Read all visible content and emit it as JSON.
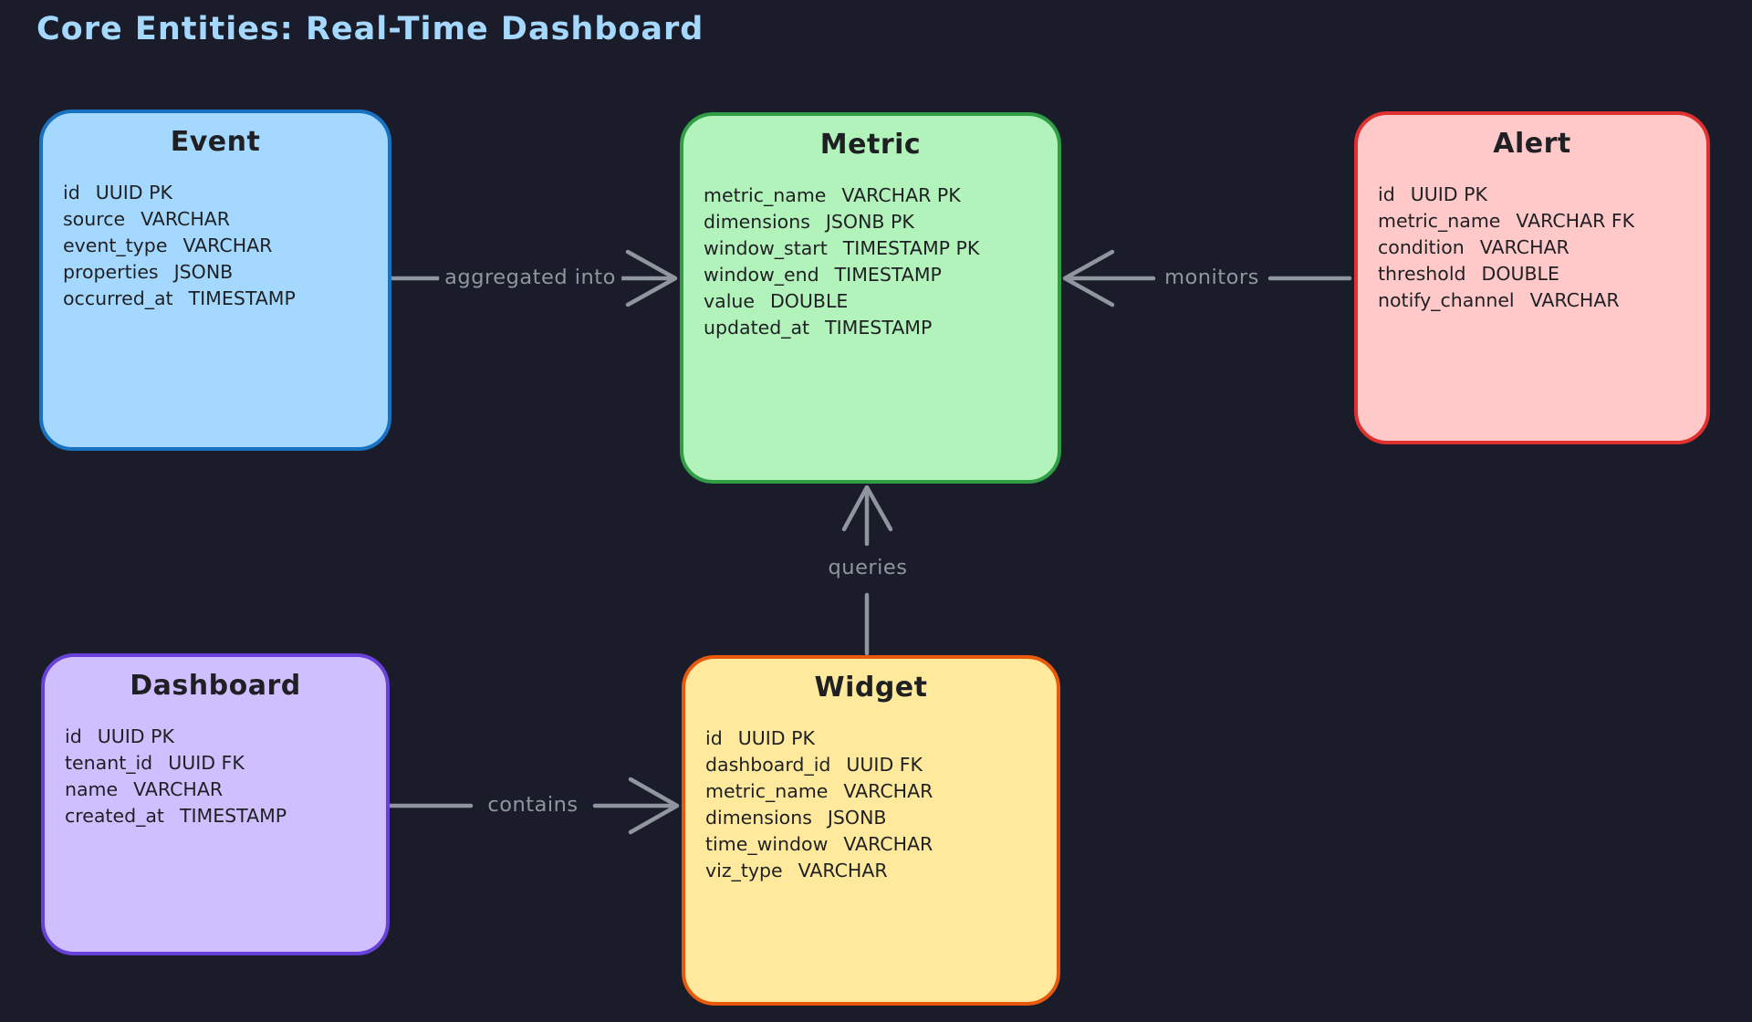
{
  "title": "Core Entities: Real-Time Dashboard",
  "colors": {
    "background": "#1a1d29",
    "title": "#a5d8ff",
    "connector": "#8f969f",
    "entity_text": "#1f2023"
  },
  "entities": [
    {
      "name": "Event",
      "fill": "#a5d8ff",
      "border": "#1971c2",
      "fields": [
        {
          "name": "id",
          "type": "UUID PK"
        },
        {
          "name": "source",
          "type": "VARCHAR"
        },
        {
          "name": "event_type",
          "type": "VARCHAR"
        },
        {
          "name": "properties",
          "type": "JSONB"
        },
        {
          "name": "occurred_at",
          "type": "TIMESTAMP"
        }
      ]
    },
    {
      "name": "Metric",
      "fill": "#b2f2bb",
      "border": "#2f9e44",
      "fields": [
        {
          "name": "metric_name",
          "type": "VARCHAR PK"
        },
        {
          "name": "dimensions",
          "type": "JSONB PK"
        },
        {
          "name": "window_start",
          "type": "TIMESTAMP PK"
        },
        {
          "name": "window_end",
          "type": "TIMESTAMP"
        },
        {
          "name": "value",
          "type": "DOUBLE"
        },
        {
          "name": "updated_at",
          "type": "TIMESTAMP"
        }
      ]
    },
    {
      "name": "Alert",
      "fill": "#ffc9c9",
      "border": "#e03131",
      "fields": [
        {
          "name": "id",
          "type": "UUID PK"
        },
        {
          "name": "metric_name",
          "type": "VARCHAR FK"
        },
        {
          "name": "condition",
          "type": "VARCHAR"
        },
        {
          "name": "threshold",
          "type": "DOUBLE"
        },
        {
          "name": "notify_channel",
          "type": "VARCHAR"
        }
      ]
    },
    {
      "name": "Dashboard",
      "fill": "#d0bfff",
      "border": "#6741d9",
      "fields": [
        {
          "name": "id",
          "type": "UUID PK"
        },
        {
          "name": "tenant_id",
          "type": "UUID FK"
        },
        {
          "name": "name",
          "type": "VARCHAR"
        },
        {
          "name": "created_at",
          "type": "TIMESTAMP"
        }
      ]
    },
    {
      "name": "Widget",
      "fill": "#ffe99c",
      "border": "#e8590c",
      "fields": [
        {
          "name": "id",
          "type": "UUID PK"
        },
        {
          "name": "dashboard_id",
          "type": "UUID FK"
        },
        {
          "name": "metric_name",
          "type": "VARCHAR"
        },
        {
          "name": "dimensions",
          "type": "JSONB"
        },
        {
          "name": "time_window",
          "type": "VARCHAR"
        },
        {
          "name": "viz_type",
          "type": "VARCHAR"
        }
      ]
    }
  ],
  "relations": [
    {
      "label": "aggregated into",
      "from": "Event",
      "to": "Metric"
    },
    {
      "label": "monitors",
      "from": "Alert",
      "to": "Metric"
    },
    {
      "label": "queries",
      "from": "Widget",
      "to": "Metric"
    },
    {
      "label": "contains",
      "from": "Dashboard",
      "to": "Widget"
    }
  ]
}
